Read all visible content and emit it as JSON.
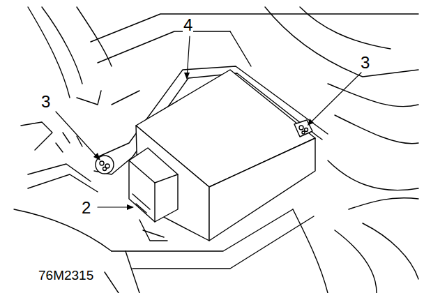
{
  "diagram": {
    "labels": [
      "4",
      "3",
      "3",
      "2",
      "76M2315"
    ]
  }
}
